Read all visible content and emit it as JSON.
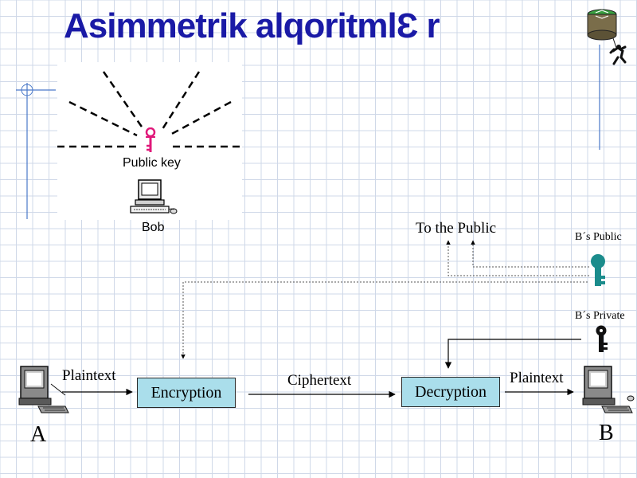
{
  "title": "Asimmetrik alqoritmlƐ r",
  "top_panel": {
    "key_label": "Public key",
    "person_label": "Bob"
  },
  "diagram": {
    "to_public_label": "To the Public",
    "b_public_label": "B´s Public",
    "b_private_label": "B´s Private",
    "plaintext_left": "Plaintext",
    "encryption_box": "Encryption",
    "ciphertext_label": "Ciphertext",
    "decryption_box": "Decryption",
    "plaintext_right": "Plaintext",
    "node_a": "A",
    "node_b": "B"
  },
  "colors": {
    "title": "#1a1aa6",
    "box_fill": "#aadeeb",
    "public_key": "#1b8c8c",
    "bob_key": "#e0187a",
    "grid": "#cfd8e8"
  },
  "icons": [
    "pink-key-icon",
    "computer-icon",
    "teal-key-icon",
    "black-key-icon",
    "router-climber-icon"
  ]
}
